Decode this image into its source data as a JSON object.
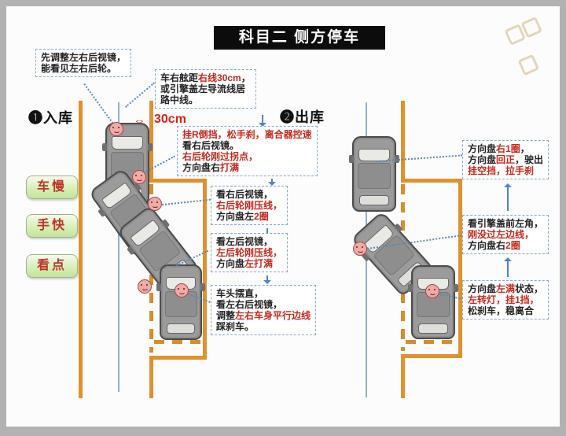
{
  "title": "科目二  侧方停车",
  "sections": {
    "enter": "❶入库",
    "exit": "❷出库"
  },
  "distance": {
    "label": "30cm",
    "arrow_glyph": "⇔"
  },
  "tips": [
    "车慢",
    "手快",
    "看点"
  ],
  "colors": {
    "road_orange": "#e0912d",
    "accent_red": "#c5291d",
    "box_border_blue": "#84a9cf",
    "tip_green": "#d8efb8",
    "title_bg": "#0c0c0c"
  },
  "boxes": {
    "setup": [
      [
        [
          "先调整左右后视镜，",
          "k"
        ]
      ],
      [
        [
          "能看见左右后轮。",
          "k"
        ]
      ]
    ],
    "approach": [
      [
        [
          "车右舷距",
          "k"
        ],
        [
          "右线30cm",
          "r"
        ],
        [
          "，",
          "k"
        ]
      ],
      [
        [
          "或引擎盖左导流线居",
          "k"
        ]
      ],
      [
        [
          "路中线。",
          "k"
        ]
      ]
    ],
    "reverse": [
      [
        [
          "挂R倒挡，松手刹，离合器控速",
          "r"
        ]
      ],
      [
        [
          "看右后视镜。",
          "k"
        ]
      ],
      [
        [
          "右后轮刚过拐点，",
          "r"
        ]
      ],
      [
        [
          "方向盘右",
          "k"
        ],
        [
          "打满",
          "r"
        ]
      ]
    ],
    "right_mirror": [
      [
        [
          "看右后视镜，",
          "k"
        ]
      ],
      [
        [
          "右后轮刚压线，",
          "r"
        ]
      ],
      [
        [
          "方向盘左",
          "k"
        ],
        [
          "2圈",
          "r"
        ]
      ]
    ],
    "left_mirror": [
      [
        [
          "看左后视镜，",
          "k"
        ]
      ],
      [
        [
          "左后轮刚压线，",
          "r"
        ]
      ],
      [
        [
          "方向盘",
          "k"
        ],
        [
          "左打满",
          "r"
        ]
      ]
    ],
    "straighten": [
      [
        [
          "车头摆直，",
          "k"
        ]
      ],
      [
        [
          "看左右后视镜，",
          "k"
        ]
      ],
      [
        [
          "调整",
          "k"
        ],
        [
          "左右车身平行边线",
          "r"
        ]
      ],
      [
        [
          "踩刹车。",
          "k"
        ]
      ]
    ],
    "exit_top": [
      [
        [
          "方向盘",
          "k"
        ],
        [
          "右1圈",
          "r"
        ],
        [
          "，",
          "k"
        ]
      ],
      [
        [
          "方向盘",
          "k"
        ],
        [
          "回正",
          "r"
        ],
        [
          "，驶出",
          "k"
        ]
      ],
      [
        [
          "挂空挡，拉手刹",
          "r"
        ]
      ]
    ],
    "exit_mid": [
      [
        [
          "看引擎盖前左角，",
          "k"
        ]
      ],
      [
        [
          "刚没过左边线，",
          "r"
        ]
      ],
      [
        [
          "方向盘右",
          "k"
        ],
        [
          "2圈",
          "r"
        ]
      ]
    ],
    "exit_start": [
      [
        [
          "方向盘",
          "k"
        ],
        [
          "左满",
          "r"
        ],
        [
          "状态，",
          "k"
        ]
      ],
      [
        [
          "左转灯，挂1挡，",
          "r"
        ]
      ],
      [
        [
          "松刹车，稳离合",
          "k"
        ]
      ]
    ]
  }
}
